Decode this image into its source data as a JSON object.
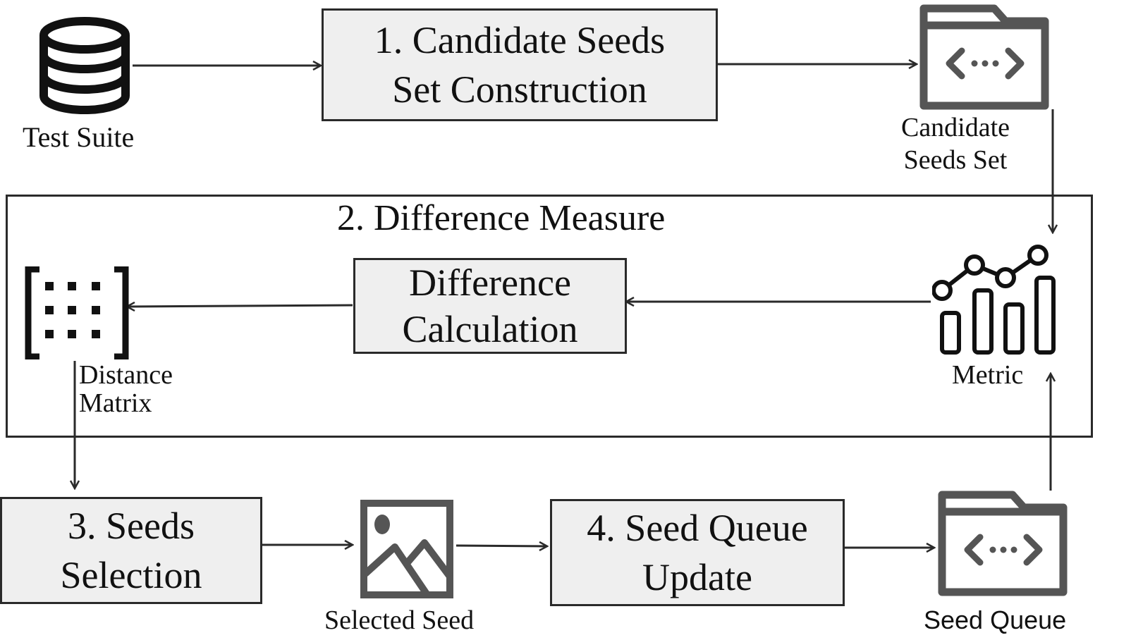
{
  "colors": {
    "stroke": "#2a2a2a",
    "icon": "#555555",
    "box_fill": "#efefef"
  },
  "nodes": {
    "test_suite": {
      "label": "Test Suite",
      "icon": "database-icon"
    },
    "step1": {
      "line1": "1. Candidate Seeds",
      "line2": "Set Construction"
    },
    "candidate_set": {
      "line1": "Candidate",
      "line2": "Seeds Set",
      "icon": "code-folder-icon"
    },
    "group2": {
      "title": "2. Difference Measure"
    },
    "diff_calc": {
      "line1": "Difference",
      "line2": "Calculation"
    },
    "metric": {
      "label": "Metric",
      "icon": "chart-metric-icon"
    },
    "distance_matrix": {
      "line1": "Distance",
      "line2": "Matrix",
      "icon": "matrix-icon"
    },
    "step3": {
      "line1": "3. Seeds",
      "line2": "Selection"
    },
    "selected_seed": {
      "label": "Selected Seed",
      "icon": "image-icon"
    },
    "step4": {
      "line1": "4. Seed Queue",
      "line2": "Update"
    },
    "seed_queue": {
      "label": "Seed Queue",
      "icon": "code-folder-icon"
    }
  }
}
